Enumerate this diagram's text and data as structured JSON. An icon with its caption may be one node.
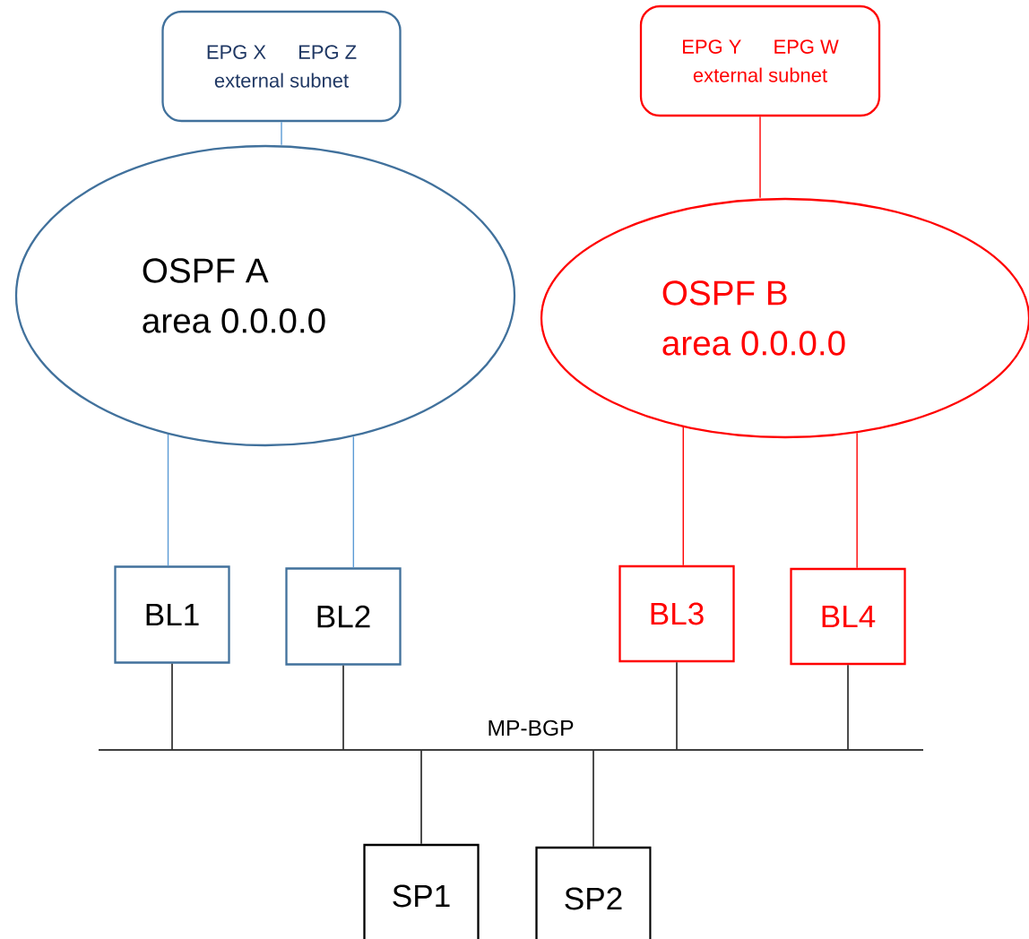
{
  "diagram": {
    "nodes": [
      {
        "text": [
          "EPG X",
          "EPG Z",
          "external subnet"
        ]
      },
      {
        "text": [
          "EPG Y",
          "EPG W",
          "external subnet"
        ]
      },
      {
        "text": [
          "OSPF A",
          "area 0.0.0.0"
        ]
      },
      {
        "text": [
          "OSPF B",
          "area 0.0.0.0"
        ]
      },
      {
        "text": [
          "BL1"
        ]
      },
      {
        "text": [
          "BL2"
        ]
      },
      {
        "text": [
          "BL3"
        ]
      },
      {
        "text": [
          "BL4"
        ]
      },
      {
        "text": [],
        "shape": "bar",
        "beside": [
          "MP-BGP"
        ]
      },
      {
        "text": [
          "SP1"
        ]
      },
      {
        "text": [
          "SP2"
        ]
      }
    ],
    "edges": [
      {
        "from": 0,
        "to": 2,
        "arrow": "none",
        "color": "#5b9bd5"
      },
      {
        "from": 1,
        "to": 3,
        "arrow": "none",
        "color": "#ff0000"
      },
      {
        "from": 2,
        "to": 4,
        "arrow": "none",
        "color": "#5b9bd5"
      },
      {
        "from": 2,
        "to": 5,
        "arrow": "none",
        "color": "#5b9bd5"
      },
      {
        "from": 3,
        "to": 6,
        "arrow": "none",
        "color": "#ff0000"
      },
      {
        "from": 3,
        "to": 7,
        "arrow": "none",
        "color": "#ff0000"
      },
      {
        "from": 4,
        "to": 8,
        "arrow": "none"
      },
      {
        "from": 5,
        "to": 8,
        "arrow": "none"
      },
      {
        "from": 6,
        "to": 8,
        "arrow": "none"
      },
      {
        "from": 7,
        "to": 8,
        "arrow": "none"
      },
      {
        "from": 8,
        "to": 9,
        "arrow": "none"
      },
      {
        "from": 8,
        "to": 10,
        "arrow": "none"
      }
    ]
  }
}
